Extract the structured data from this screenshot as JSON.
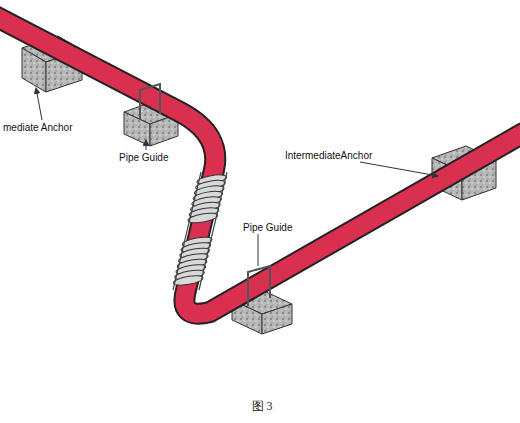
{
  "diagram": {
    "caption": "图 3",
    "labels": [
      "mediate Anchor",
      "Pipe Guide",
      "IntermediateAnchor",
      "Pipe Guide"
    ]
  }
}
